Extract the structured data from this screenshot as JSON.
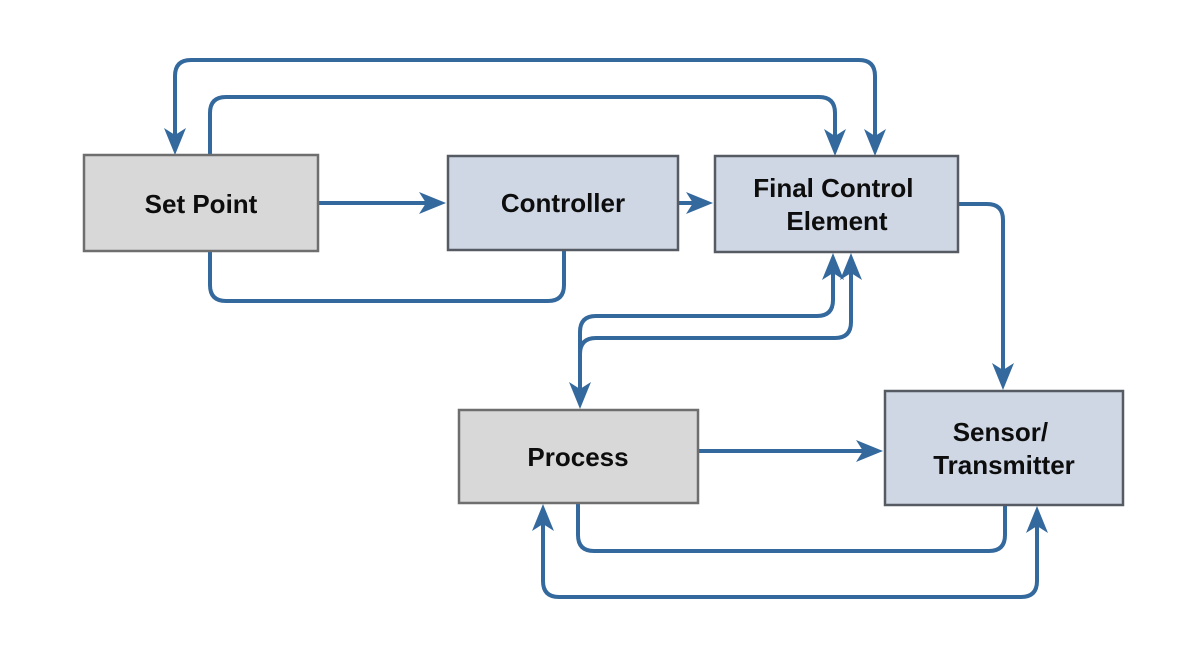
{
  "colors": {
    "connector": "#34699e",
    "box_gray_fill": "#d8d8d8",
    "box_gray_border": "#6e6e6e",
    "box_blue_fill": "#cfd7e5",
    "box_blue_border": "#565b63",
    "label_text": "#0d0d0d",
    "background": "#ffffff"
  },
  "diagram": {
    "boxes": {
      "set_point": {
        "label": "Set Point",
        "style": "gray"
      },
      "controller": {
        "label": "Controller",
        "style": "blue"
      },
      "final_control_element": {
        "label": "Final Control Element",
        "line1": "Final Control",
        "line2": "Element",
        "style": "blue"
      },
      "process": {
        "label": "Process",
        "style": "gray"
      },
      "sensor_transmitter": {
        "label": "Sensor/Transmitter",
        "line1": "Sensor/",
        "line2": "Transmitter",
        "style": "blue"
      }
    },
    "connectors": [
      {
        "name": "set-point-to-controller",
        "from": "Set Point (right)",
        "to": "Controller (left)",
        "arrowheads": [
          "to"
        ]
      },
      {
        "name": "controller-to-final-control-element",
        "from": "Controller (right)",
        "to": "Final Control Element (left)",
        "arrowheads": [
          "to"
        ]
      },
      {
        "name": "final-control-element-to-sensor-top",
        "from": "Final Control Element (right)",
        "to": "Sensor/Transmitter (top)",
        "arrowheads": [
          "to"
        ]
      },
      {
        "name": "process-to-sensor-transmitter",
        "from": "Process (right)",
        "to": "Sensor/Transmitter (left)",
        "arrowheads": [
          "to"
        ]
      },
      {
        "name": "top-outer-loop",
        "from": "Final Control Element (top)",
        "to": "Set Point (top)",
        "arrowheads": [
          "from",
          "to"
        ]
      },
      {
        "name": "top-inner-loop",
        "from": "Controller (bottom)",
        "to": "Final Control Element (top)",
        "arrowheads": [
          "to"
        ]
      },
      {
        "name": "mid-upper-loop",
        "from": "Final Control Element (bottom)",
        "to": "Process (top)",
        "arrowheads": [
          "from",
          "to"
        ]
      },
      {
        "name": "mid-lower-loop",
        "from": "Process (top)",
        "to": "Final Control Element (bottom)",
        "arrowheads": [
          "to"
        ]
      },
      {
        "name": "bottom-inner-loop",
        "from": "Process (bottom)",
        "to": "Sensor/Transmitter (bottom)",
        "arrowheads": []
      },
      {
        "name": "bottom-outer-loop",
        "from": "Process (bottom)",
        "to": "Sensor/Transmitter (bottom)",
        "arrowheads": [
          "from",
          "to"
        ]
      }
    ]
  }
}
